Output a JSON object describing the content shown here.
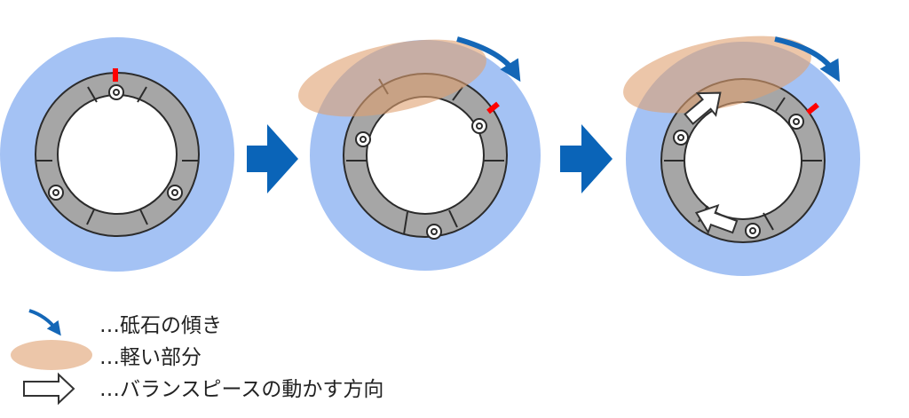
{
  "colors": {
    "wheel": "#a4c2f4",
    "flange": "#a6a6a6",
    "flange_stroke": "#2b2b2b",
    "marker": "#ff0000",
    "light_zone": "#e0a070",
    "tilt_arrow": "#1467b7",
    "step_arrow": "#0a64b8",
    "move_arrow_fill": "#ffffff",
    "move_arrow_stroke": "#333333"
  },
  "icons": {
    "tilt": "curved-arrow-icon",
    "light": "ellipse-icon",
    "move": "outline-arrow-icon"
  },
  "legend": {
    "tilt_label": "…砥石の傾き",
    "light_label": "…軽い部分",
    "move_label": "…バランスピースの動かす方向"
  }
}
